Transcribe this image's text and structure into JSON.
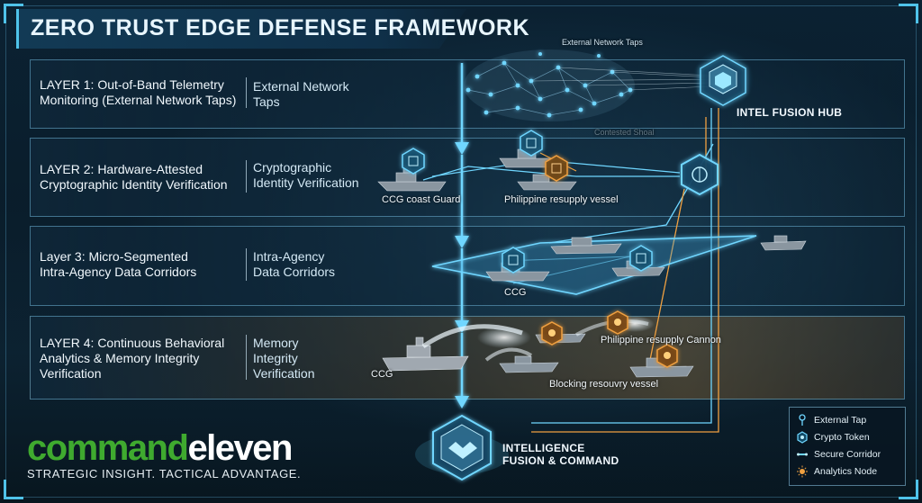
{
  "title": "ZERO TRUST EDGE DEFENSE FRAMEWORK",
  "layers": [
    {
      "title_line1": "LAYER 1: Out-of-Band Telemetry",
      "title_line2": "Monitoring (External Network Taps)",
      "title_line3": "",
      "sub_line1": "External Network",
      "sub_line2": "Taps",
      "sub_line3": ""
    },
    {
      "title_line1": "LAYER 2: Hardware-Attested",
      "title_line2": "Cryptographic Identity Verification",
      "title_line3": "",
      "sub_line1": "Cryptographic",
      "sub_line2": "Identity Verification",
      "sub_line3": ""
    },
    {
      "title_line1": "Layer 3: Micro-Segmented",
      "title_line2": "Intra-Agency Data Corridors",
      "title_line3": "",
      "sub_line1": "Intra-Agency",
      "sub_line2": "Data Corridors",
      "sub_line3": ""
    },
    {
      "title_line1": "LAYER 4: Continuous Behavioral",
      "title_line2": "Analytics & Memory Integrity",
      "title_line3": "Verification",
      "sub_line1": "Memory",
      "sub_line2": "Integrity",
      "sub_line3": "Verification"
    }
  ],
  "scene_labels": {
    "external_taps": "External Network Taps",
    "intel_hub": "INTEL FUSION HUB",
    "contested_shoal": "Contested Shoal",
    "ccg_coast_guard": "CCG coast Guard",
    "philippine_resupply_vessel": "Philippine resupply vessel",
    "ccg_layer3": "CCG",
    "ccg_layer4": "CCG",
    "philippine_resupply_cannon": "Philippine resupply Cannon",
    "blocking_vessel": "Blocking resouvry vessel"
  },
  "fusion_command": {
    "line1": "INTELLIGENCE",
    "line2": "FUSION & COMMAND"
  },
  "brand": {
    "part1": "command",
    "part2": "eleven",
    "tagline": "STRATEGIC INSIGHT. TACTICAL ADVANTAGE."
  },
  "legend": [
    {
      "label": "External Tap",
      "icon": "tap-icon"
    },
    {
      "label": "Crypto Token",
      "icon": "crypto-token-icon"
    },
    {
      "label": "Secure Corridor",
      "icon": "corridor-icon"
    },
    {
      "label": "Analytics Node",
      "icon": "analytics-node-icon"
    }
  ],
  "colors": {
    "accent": "#4fc3ea",
    "orange": "#f0a040",
    "brand_green": "#3faa2f"
  }
}
